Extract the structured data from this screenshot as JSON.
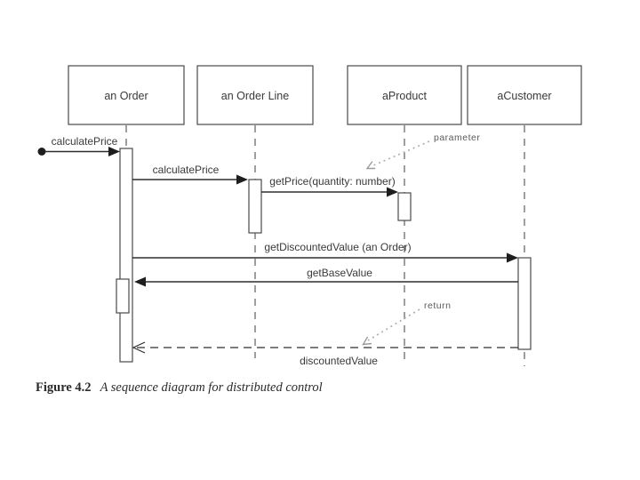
{
  "figure": {
    "caption_label": "Figure 4.2",
    "caption_title": "A sequence diagram for distributed control"
  },
  "diagram": {
    "type": "uml-sequence",
    "objects": [
      {
        "label": "an Order"
      },
      {
        "label": "an Order Line"
      },
      {
        "label": "aProduct"
      },
      {
        "label": "aCustomer"
      }
    ],
    "messages": [
      {
        "label": "calculatePrice",
        "kind": "found",
        "from": "external",
        "to": "an Order"
      },
      {
        "label": "calculatePrice",
        "kind": "call",
        "from": "an Order",
        "to": "an Order Line"
      },
      {
        "label": "getPrice(quantity: number)",
        "kind": "call",
        "from": "an Order Line",
        "to": "aProduct"
      },
      {
        "label": "getDiscountedValue (an Order)",
        "kind": "call",
        "from": "an Order",
        "to": "aCustomer"
      },
      {
        "label": "getBaseValue",
        "kind": "call",
        "from": "aCustomer",
        "to": "an Order"
      },
      {
        "label": "discountedValue",
        "kind": "return",
        "from": "aCustomer",
        "to": "an Order"
      }
    ],
    "annotations": [
      {
        "label": "parameter"
      },
      {
        "label": "return"
      }
    ],
    "colors": {
      "line": "#2e2e2e",
      "text": "#3a3a3a",
      "annotation_line": "#aeaeae",
      "annotation_text": "#5a5a5a",
      "background": "#ffffff"
    }
  }
}
